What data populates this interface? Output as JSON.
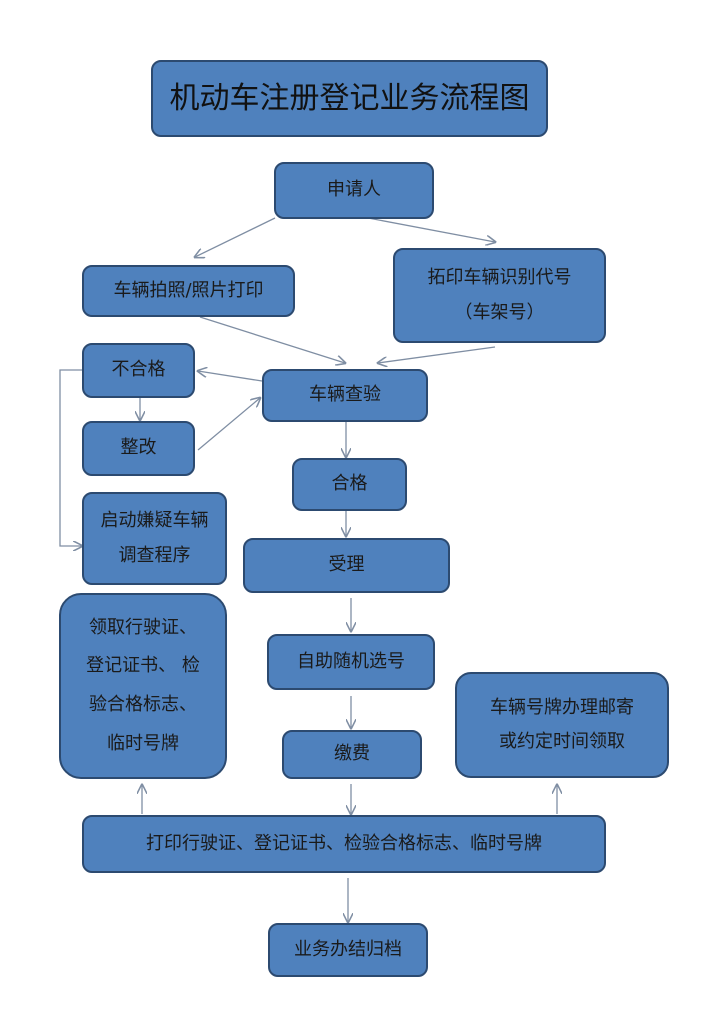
{
  "title": "机动车注册登记业务流程图",
  "nodes": {
    "applicant": "申请人",
    "photo": "车辆拍照/照片打印",
    "vin_line1": "拓印车辆识别代号",
    "vin_line2": "（车架号）",
    "unqualified": "不合格",
    "rectify": "整改",
    "investigate_line1": "启动嫌疑车辆",
    "investigate_line2": "调查程序",
    "inspection": "车辆查验",
    "qualified": "合格",
    "accept": "受理",
    "plate_select": "自助随机选号",
    "pay": "缴费",
    "receive_lines": [
      "领取行驶证、",
      "登记证书、 检",
      "验合格标志、",
      "临时号牌"
    ],
    "mail_line1": "车辆号牌办理邮寄",
    "mail_line2": "或约定时间领取",
    "print": "打印行驶证、登记证书、检验合格标志、临时号牌",
    "archive": "业务办结归档"
  },
  "colors": {
    "node_fill": "#4f81bd",
    "node_border": "#2c4a70",
    "connector": "#7f8ea3"
  }
}
